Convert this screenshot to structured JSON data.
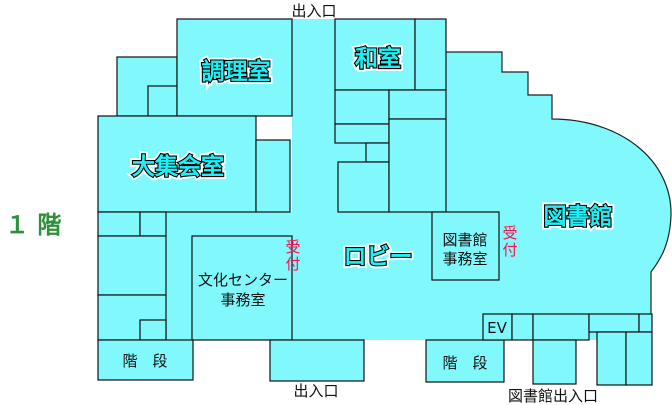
{
  "floor_label": "１ 階",
  "rooms": {
    "cooking": "調理室",
    "japanese": "和室",
    "hall": "大集会室",
    "lobby": "ロビー",
    "library": "図書館",
    "culture_office_line1": "文化センター",
    "culture_office_line2": "事務室",
    "library_office_line1": "図書館",
    "library_office_line2": "事務室",
    "stairs_left": "階　段",
    "stairs_middle": "階　段",
    "elevator": "EV"
  },
  "reception": {
    "line1": "受",
    "line2": "付"
  },
  "exits": {
    "top": "出入口",
    "bottom": "出入口",
    "library": "図書館出入口"
  },
  "colors": {
    "room_fill": "#80f8fc",
    "reception": "#ff1050",
    "floor_label": "#2f8f3c"
  }
}
